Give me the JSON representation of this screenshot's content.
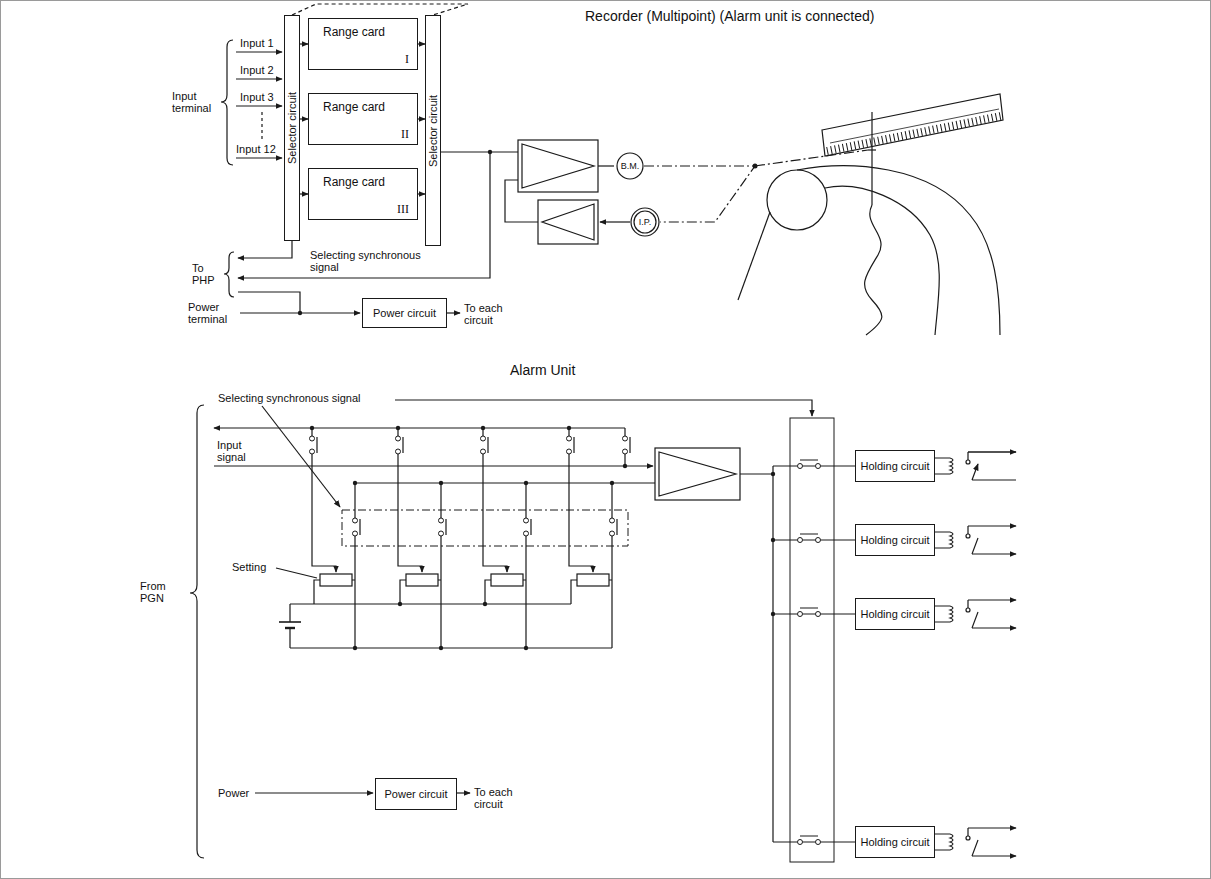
{
  "diagram": {
    "title": "Recorder (Multipoint) (Alarm unit is connected)",
    "nodes": [
      {
        "text": [
          "Selector circuit"
        ]
      },
      {
        "text": [
          "Range card",
          "I"
        ]
      },
      {
        "text": [
          "Range card",
          "II"
        ]
      },
      {
        "text": [
          "Range card",
          "III"
        ]
      },
      {
        "text": [
          "Selector circuit"
        ]
      },
      {
        "text": [
          "B.M."
        ]
      },
      {
        "text": [
          "I.P."
        ]
      },
      {
        "text": [
          "Power circuit"
        ]
      },
      {
        "text": [
          "Holding circuit"
        ]
      },
      {
        "text": [
          "Holding circuit"
        ]
      },
      {
        "text": [
          "Holding circuit"
        ]
      },
      {
        "text": [
          "Holding circuit"
        ]
      },
      {
        "text": [
          "Power circuit"
        ]
      }
    ],
    "edges": [
      {
        "from": 0,
        "to": 1,
        "arrow": "to"
      },
      {
        "from": 0,
        "to": 2,
        "arrow": "to"
      },
      {
        "from": 0,
        "to": 3,
        "arrow": "to"
      },
      {
        "from": 1,
        "to": 4,
        "arrow": "to"
      },
      {
        "from": 2,
        "to": 4,
        "arrow": "to"
      },
      {
        "from": 3,
        "to": 4,
        "arrow": "to"
      },
      {
        "from": 5,
        "to": 6,
        "arrow": "none"
      }
    ],
    "labels": [
      "Input 1",
      "Input 2",
      "Input 3",
      "Input 12",
      "Input terminal",
      "Selecting synchronous signal",
      "To PHP",
      "Power terminal",
      "To each circuit",
      "Alarm Unit",
      "Selecting synchronous signal",
      "Input signal",
      "From PGN",
      "Setting",
      "Power",
      "To each circuit"
    ]
  }
}
